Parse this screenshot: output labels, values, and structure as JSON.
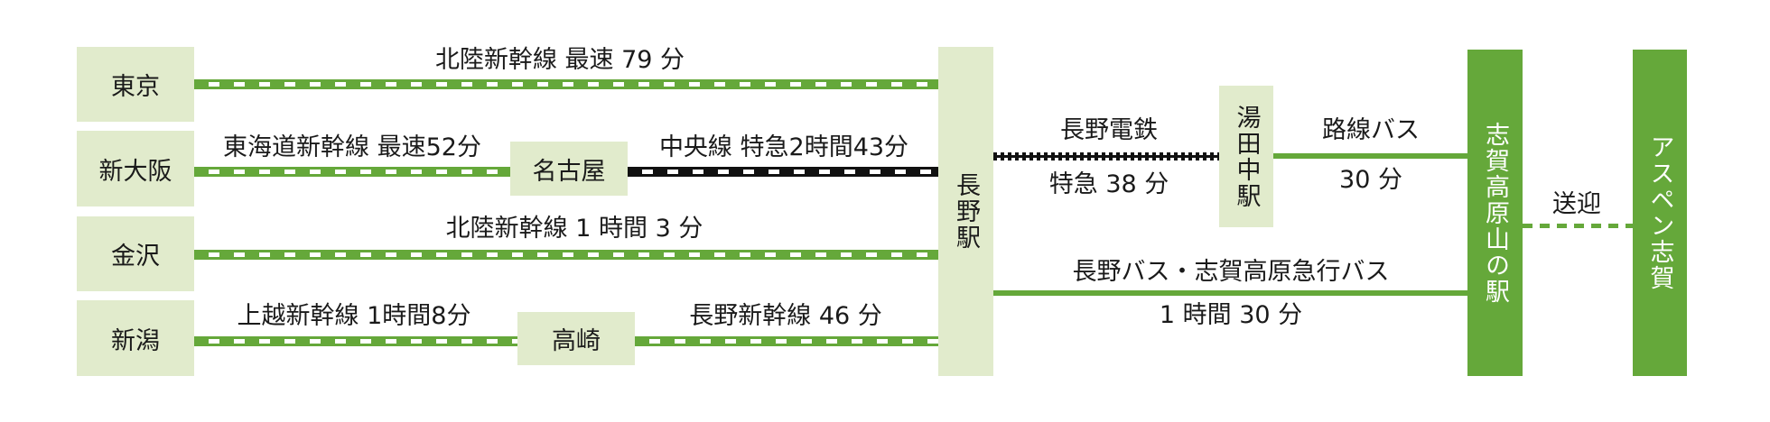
{
  "stations": {
    "tokyo": "東京",
    "shin_osaka": "新大阪",
    "kanazawa": "金沢",
    "niigata": "新潟",
    "nagoya": "名古屋",
    "takasaki": "高崎",
    "nagano": "長野駅",
    "yudanaka": "湯田中駅",
    "shiga_kogen": "志賀高原山の駅",
    "aspen": "アスペン志賀"
  },
  "routes": {
    "tokyo_nagano": "北陸新幹線 最速 79 分",
    "osaka_nagoya": "東海道新幹線 最速52分",
    "nagoya_nagano": "中央線 特急2時間43分",
    "kanazawa_nagano": "北陸新幹線 1 時間 3 分",
    "niigata_takasaki": "上越新幹線 1時間8分",
    "takasaki_nagano": "長野新幹線 46 分",
    "nagano_yudanaka_top": "長野電鉄",
    "nagano_yudanaka_bottom": "特急 38 分",
    "yudanaka_shiga_top": "路線バス",
    "yudanaka_shiga_bottom": "30 分",
    "nagano_shiga_top": "長野バス・志賀高原急行バス",
    "nagano_shiga_bottom": "1 時間 30 分",
    "shiga_aspen": "送迎"
  },
  "colors": {
    "green": "#65a83a",
    "light_green": "#e1ebcc",
    "black": "#111111"
  }
}
